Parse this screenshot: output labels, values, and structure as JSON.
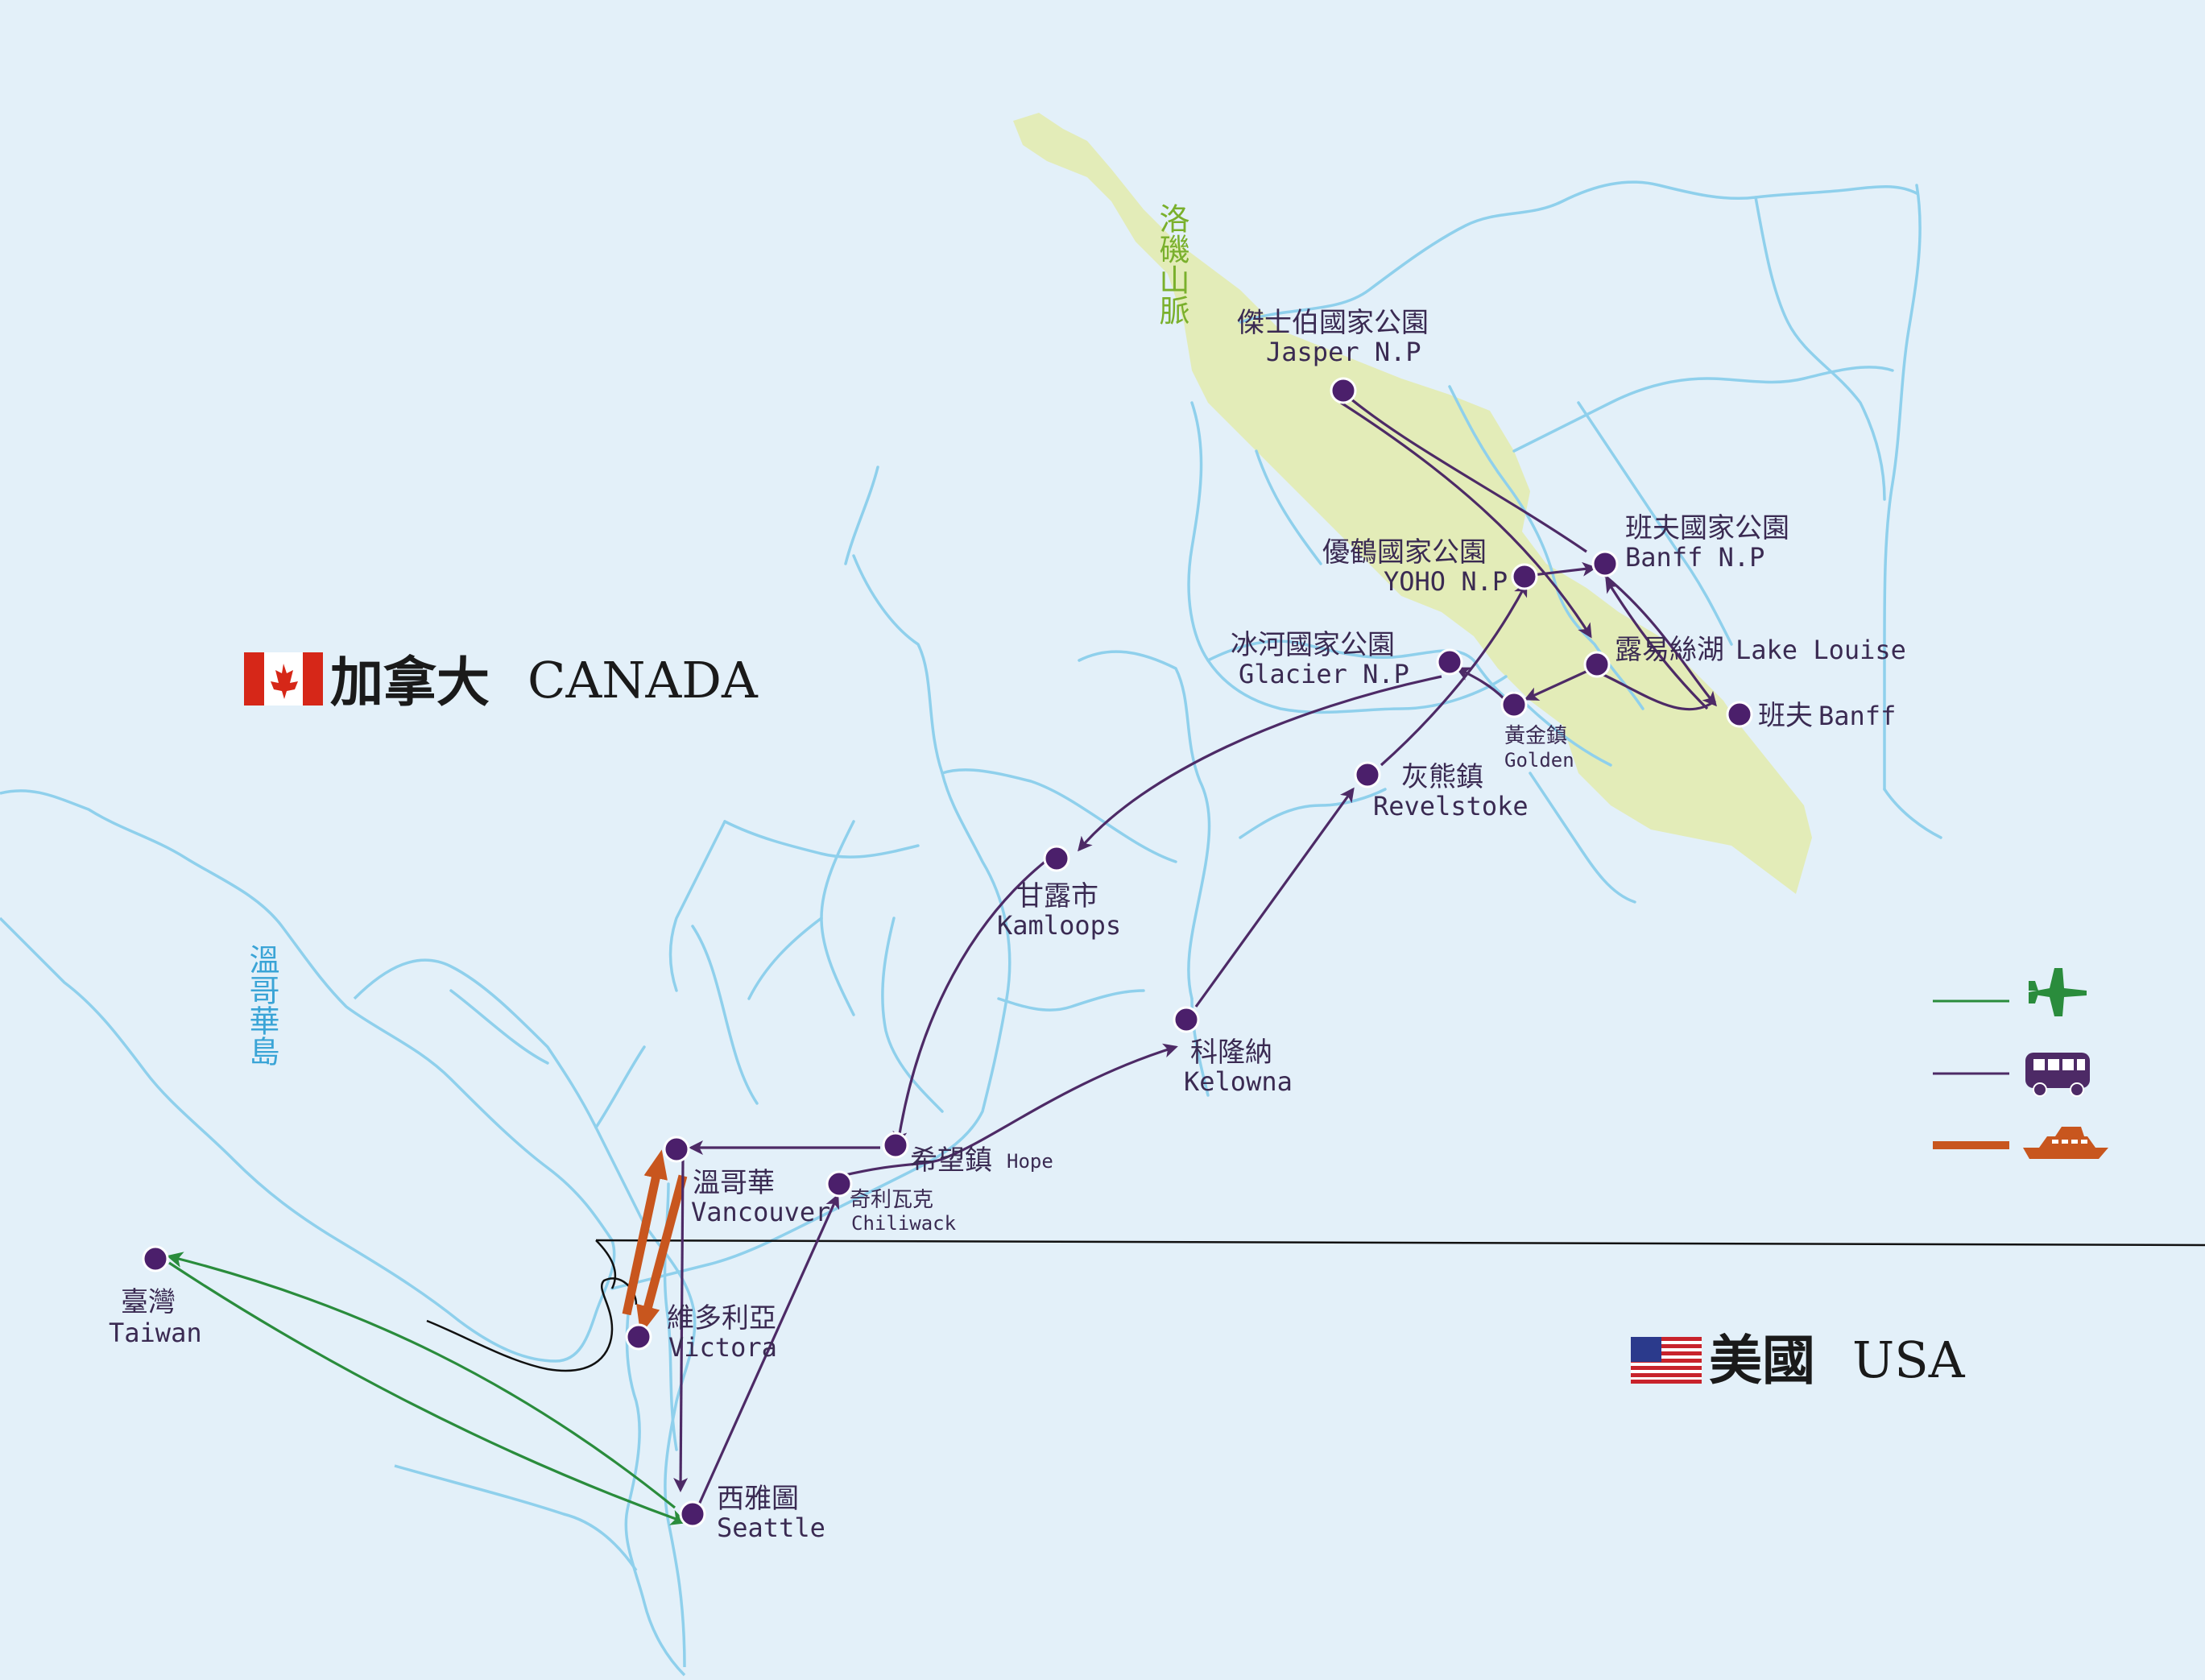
{
  "countries": {
    "canada_zh": "加拿大",
    "canada_en": "CANADA",
    "usa_zh": "美國",
    "usa_en": "USA"
  },
  "regions": {
    "rockies": "洛磯山脈",
    "vancouver_island": "溫哥華島"
  },
  "places": {
    "jasper": {
      "zh": "傑士伯國家公園",
      "en": "Jasper N.P"
    },
    "banff_np": {
      "zh": "班夫國家公園",
      "en": "Banff N.P"
    },
    "yoho": {
      "zh": "優鶴國家公園",
      "en": "YOHO N.P"
    },
    "lake_louise": {
      "zh": "露易絲湖",
      "en": "Lake Louise"
    },
    "glacier": {
      "zh": "冰河國家公園",
      "en": "Glacier N.P"
    },
    "golden": {
      "zh": "黃金鎮",
      "en": "Golden"
    },
    "banff_town": {
      "zh": "班夫",
      "en": "Banff"
    },
    "revelstoke": {
      "zh": "灰熊鎮",
      "en": "Revelstoke"
    },
    "kamloops": {
      "zh": "甘露市",
      "en": "Kamloops"
    },
    "kelowna": {
      "zh": "科隆納",
      "en": "Kelowna"
    },
    "hope": {
      "zh": "希望鎮",
      "en": "Hope"
    },
    "chilliwack": {
      "zh": "奇利瓦克",
      "en": "Chiliwack"
    },
    "vancouver": {
      "zh": "溫哥華",
      "en": "Vancouver"
    },
    "victoria": {
      "zh": "維多利亞",
      "en": "Victora"
    },
    "seattle": {
      "zh": "西雅圖",
      "en": "Seattle"
    },
    "taiwan": {
      "zh": "臺灣",
      "en": "Taiwan"
    }
  },
  "legend": {
    "items": [
      {
        "mode": "flight",
        "icon": "airplane-icon",
        "color": "#2a8c3c"
      },
      {
        "mode": "bus",
        "icon": "bus-icon",
        "color": "#4d2a66"
      },
      {
        "mode": "ferry",
        "icon": "ship-icon",
        "color": "#c8561e"
      }
    ]
  },
  "colors": {
    "background": "#e3f0f9",
    "rivers": "#8fd0ec",
    "rockies": "#e3ecb8",
    "city": "#4b1f6b"
  }
}
